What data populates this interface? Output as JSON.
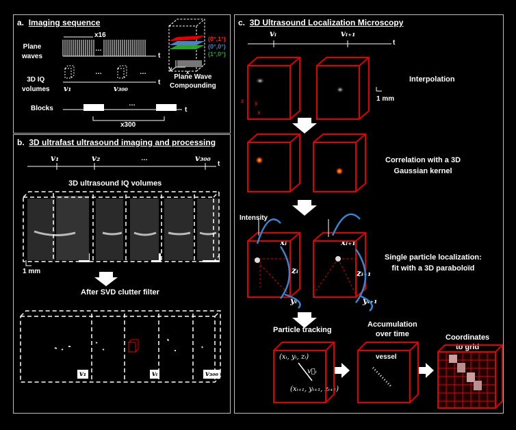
{
  "panel_a": {
    "letter": "a.",
    "title": "Imaging sequence",
    "repeat_label": "x16",
    "plane_waves_label": "Plane\nwaves",
    "iq_label": "3D IQ\nvolumes",
    "blocks_label": "Blocks",
    "t": "t",
    "dots": "…",
    "v1": "v₁",
    "v300": "v₃₀₀",
    "repeat_blocks": "x300",
    "compounding_label": "Plane Wave\nCompounding",
    "angles": [
      "(0°,1°)",
      "(0°,0°)",
      "(1°,0°)"
    ],
    "angle_colors": [
      "#ff2020",
      "#4f81bd",
      "#2ca02c"
    ],
    "axis_y": "y",
    "axis_z": "z",
    "axis_x": "x"
  },
  "panel_b": {
    "letter": "b.",
    "title": "3D ultrafast ultrasound imaging and processing",
    "timeline": [
      "v₁",
      "v₂",
      "…",
      "v₃₀₀"
    ],
    "t": "t",
    "iq_title": "3D ultrasound IQ volumes",
    "svd_title": "After SVD clutter filter",
    "scale": "1 mm",
    "vol_labels": [
      "v₁",
      "vᵢ",
      "v₃₀₀"
    ]
  },
  "panel_c": {
    "letter": "c.",
    "title": "3D Ultrasound Localization Microscopy",
    "timeline": [
      "vᵢ",
      "vᵢ₊₁"
    ],
    "t": "t",
    "step_interp": "Interpolation",
    "scale": "1 mm",
    "step_corr": "Correlation with a 3D\nGaussian kernel",
    "intensity": "Intensity",
    "xi": "xᵢ",
    "xi1": "xᵢ₊₁",
    "zi": "zᵢ",
    "zi1": "zᵢ₊₁",
    "yi": "yᵢ",
    "yi1": "yᵢ₊₁",
    "step_loc": "Single particle localization:\nfit with a 3D paraboloïd",
    "tracking": "Particle tracking",
    "accumulation": "Accumulation\nover time",
    "grid": "Coordinates\nto grid",
    "coord1": "(xᵢ, yᵢ, zᵢ)",
    "vec": "v⃗ᵢ",
    "coord2": "(xᵢ₊₁, yᵢ₊₁, zᵢ₊₁)",
    "vessel": "vessel",
    "axis_z": "z",
    "axis_y": "y",
    "axis_x": "x"
  }
}
